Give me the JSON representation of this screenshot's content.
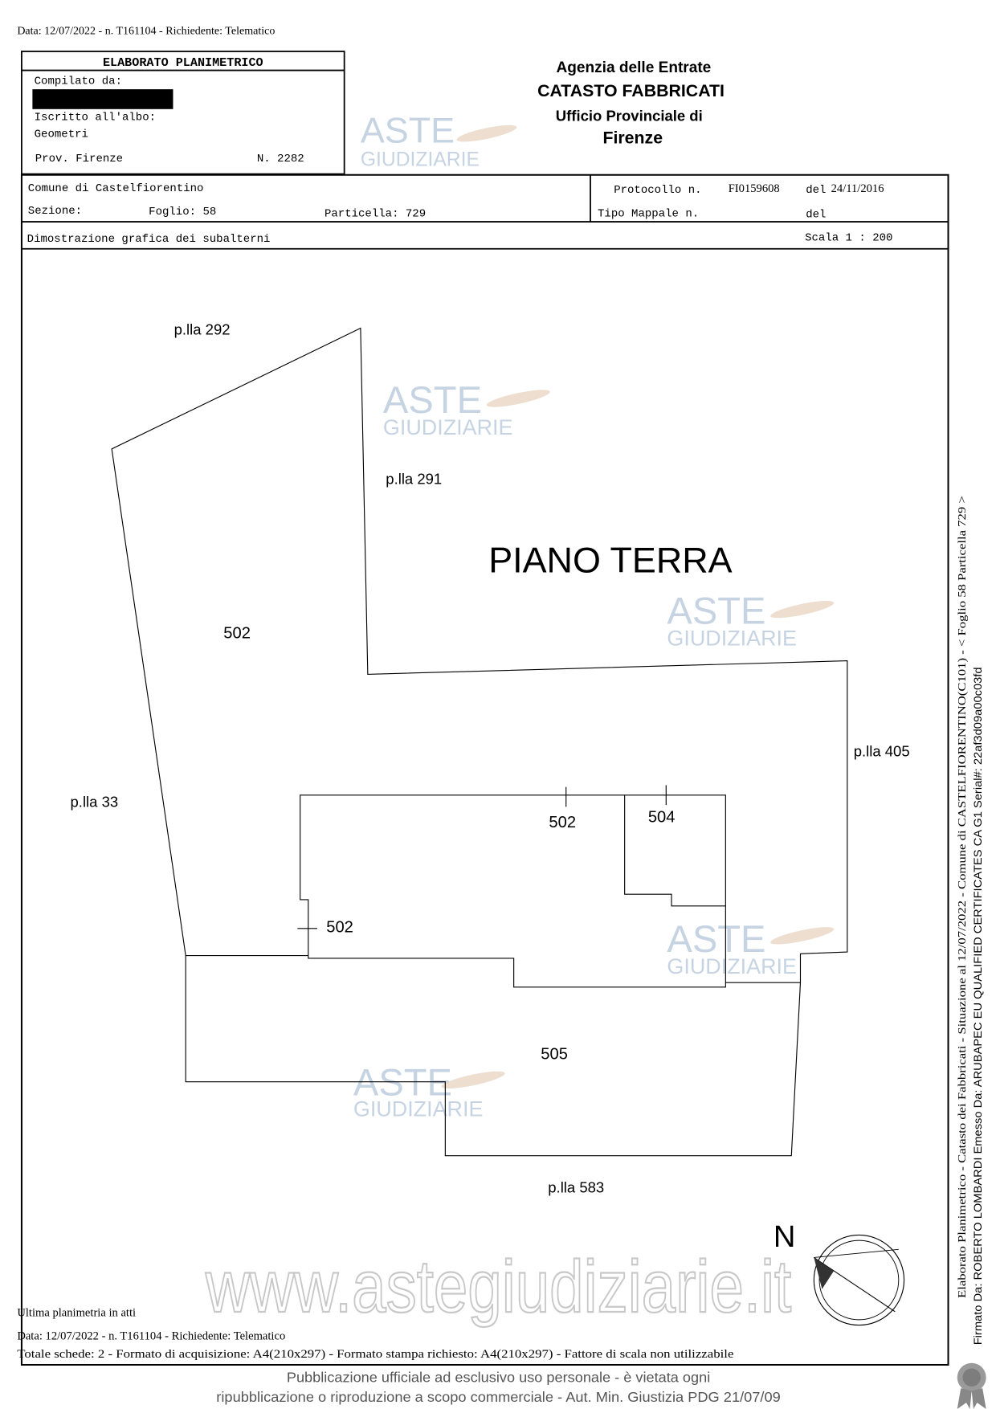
{
  "header_line": "Data: 12/07/2022 - n. T161104 - Richiedente: Telematico",
  "box": {
    "title": "ELABORATO PLANIMETRICO",
    "compilato_label": "Compilato da:",
    "iscritto_label": "Iscritto all'albo:",
    "albo": "Geometri",
    "prov": "Prov. Firenze",
    "numero": "N. 2282"
  },
  "agency": {
    "line1": "Agenzia delle Entrate",
    "line2": "CATASTO FABBRICATI",
    "line3": "Ufficio Provinciale di",
    "line4": "Firenze"
  },
  "info": {
    "comune": "Comune di Castelfiorentino",
    "sezione": "Sezione:",
    "foglio": "Foglio: 58",
    "particella": "Particella: 729",
    "protocollo_label": "Protocollo n.",
    "protocollo": "FI0159608",
    "del_label": "del",
    "del_date": "24/11/2016",
    "tipo_mappale": "Tipo Mappale n.",
    "del2": "del",
    "dimostrazione": "Dimostrazione grafica dei subalterni",
    "scala": "Scala 1 : 200"
  },
  "plan": {
    "title": "PIANO TERRA",
    "labels": {
      "plla292": "p.lla 292",
      "plla291": "p.lla 291",
      "plla405": "p.lla 405",
      "plla33": "p.lla 33",
      "plla583": "p.lla 583",
      "sub502a": "502",
      "sub502b": "502",
      "sub502c": "502",
      "sub504": "504",
      "sub505": "505"
    },
    "north": "N"
  },
  "watermark": {
    "aste": "ASTE",
    "giudiziarie": "GIUDIZIARIE",
    "url": "www.astegiudiziarie.it",
    "notice1": "Pubblicazione ufficiale ad esclusivo uso personale - è vietata ogni",
    "notice2": "ripubblicazione o riproduzione a scopo commerciale - Aut. Min. Giustizia PDG 21/07/09"
  },
  "footer": {
    "ultima": "Ultima planimetria in atti",
    "data": "Data: 12/07/2022 - n. T161104 - Richiedente: Telematico",
    "totale": "Totale schede: 2 - Formato di acquisizione: A4(210x297) - Formato stampa richiesto: A4(210x297) - Fattore di scala non utilizzabile"
  },
  "side": {
    "line1": "Elaborato Planimetrico - Catasto dei Fabbricati - Situazione al 12/07/2022 - Comune di CASTELFIORENTINO(C101) - < Foglio 58 Particella 729 >",
    "line2": "Firmato Da: ROBERTO LOMBARDI Emesso Da: ARUBAPEC EU QUALIFIED CERTIFICATES CA G1 Serial#: 22af3d09a00c03fd"
  }
}
